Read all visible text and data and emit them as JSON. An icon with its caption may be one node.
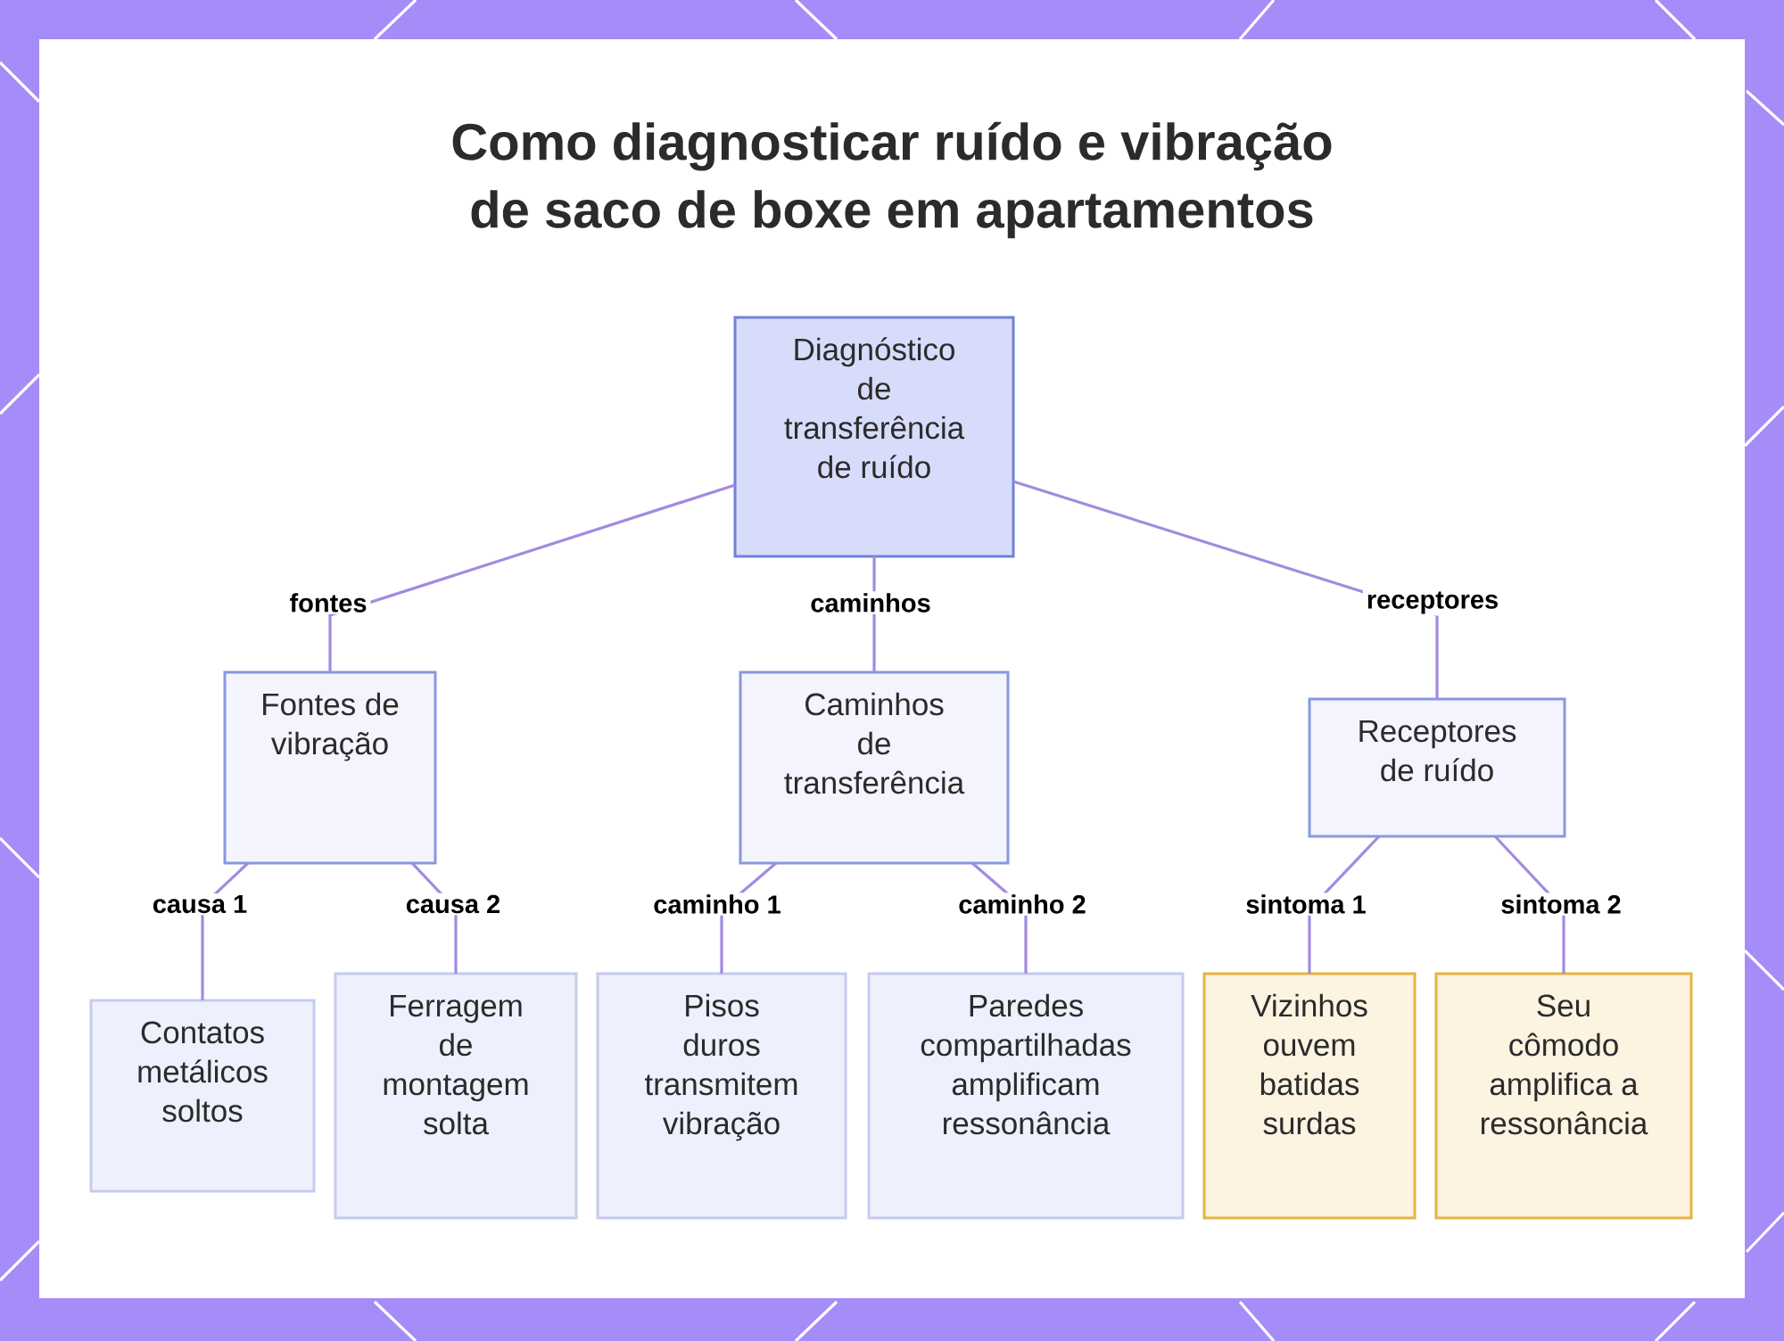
{
  "diagram": {
    "title": "Como diagnosticar ruído e vibração de saco de boxe em apartamentos",
    "nodes": [
      {
        "text": [
          "Diagnóstico de transferência de ruído"
        ]
      },
      {
        "text": [
          "Fontes de vibração"
        ]
      },
      {
        "text": [
          "Caminhos de transferência"
        ]
      },
      {
        "text": [
          "Receptores de ruído"
        ]
      },
      {
        "text": [
          "Contatos metálicos soltos"
        ]
      },
      {
        "text": [
          "Ferragem de montagem solta"
        ]
      },
      {
        "text": [
          "Pisos duros transmitem vibração"
        ]
      },
      {
        "text": [
          "Paredes compartilhadas amplificam ressonância"
        ]
      },
      {
        "text": [
          "Vizinhos ouvem batidas surdas"
        ]
      },
      {
        "text": [
          "Seu cômodo amplifica a ressonância"
        ]
      }
    ],
    "edges": [
      {
        "from": 0,
        "to": 1,
        "arrow": "none",
        "label": "fontes"
      },
      {
        "from": 0,
        "to": 2,
        "arrow": "none",
        "label": "caminhos"
      },
      {
        "from": 0,
        "to": 3,
        "arrow": "none",
        "label": "receptores"
      },
      {
        "from": 1,
        "to": 4,
        "arrow": "none",
        "label": "causa 1"
      },
      {
        "from": 1,
        "to": 5,
        "arrow": "none",
        "label": "causa 2"
      },
      {
        "from": 2,
        "to": 6,
        "arrow": "none",
        "label": "caminho 1"
      },
      {
        "from": 2,
        "to": 7,
        "arrow": "none",
        "label": "caminho 2"
      },
      {
        "from": 3,
        "to": 8,
        "arrow": "none",
        "label": "sintoma 1"
      },
      {
        "from": 3,
        "to": 9,
        "arrow": "none",
        "label": "sintoma 2"
      }
    ]
  }
}
